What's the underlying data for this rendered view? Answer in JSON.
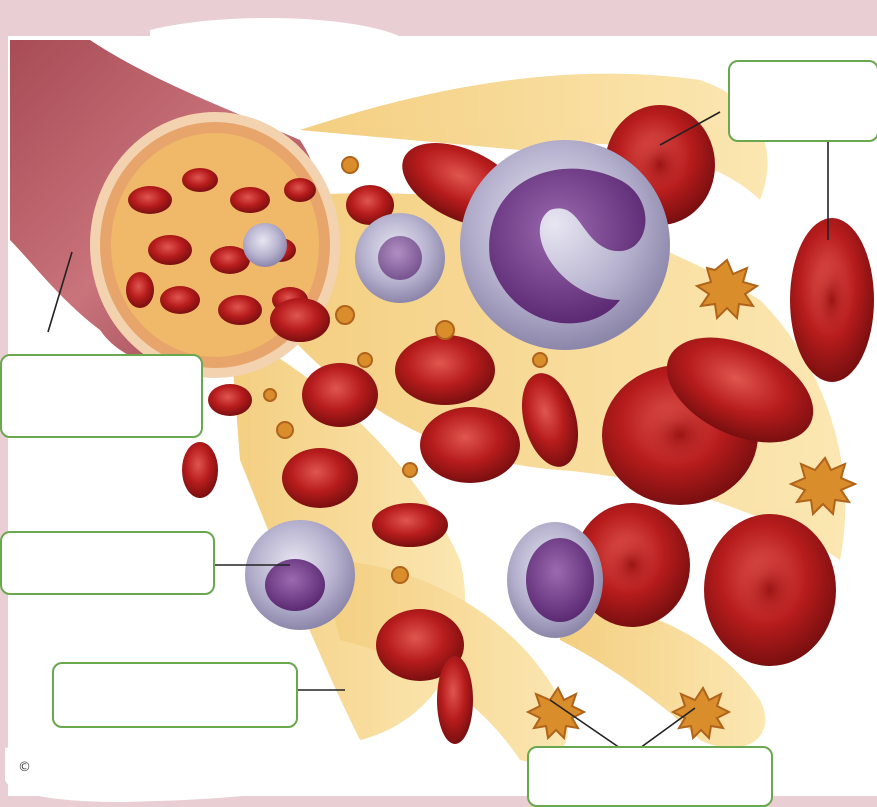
{
  "diagram": {
    "labels": [
      {
        "id": "label-top-right",
        "text": ""
      },
      {
        "id": "label-left-upper",
        "text": ""
      },
      {
        "id": "label-left-middle",
        "text": ""
      },
      {
        "id": "label-left-lower",
        "text": ""
      },
      {
        "id": "label-bottom-center",
        "text": ""
      }
    ],
    "copyright_symbol": "©"
  }
}
